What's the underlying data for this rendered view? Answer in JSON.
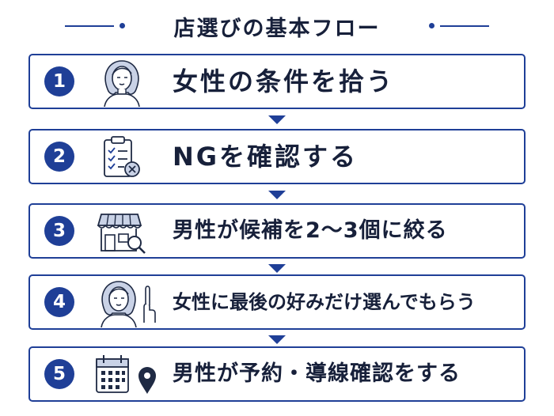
{
  "title": "店選びの基本フロー",
  "colors": {
    "accent": "#1f3f97",
    "text": "#17203a",
    "background": "#ffffff"
  },
  "steps": [
    {
      "number": "1",
      "label": "女性の条件を拾う",
      "icon": "woman-portrait-icon"
    },
    {
      "number": "2",
      "label": "NGを確認する",
      "icon": "clipboard-checklist-icon"
    },
    {
      "number": "3",
      "label": "男性が候補を2〜3個に絞る",
      "icon": "storefront-search-icon"
    },
    {
      "number": "4",
      "label": "女性に最後の好みだけ選んでもらう",
      "icon": "woman-pointing-icon"
    },
    {
      "number": "5",
      "label": "男性が予約・導線確認をする",
      "icon": "calendar-and-map-pin-icon"
    }
  ]
}
